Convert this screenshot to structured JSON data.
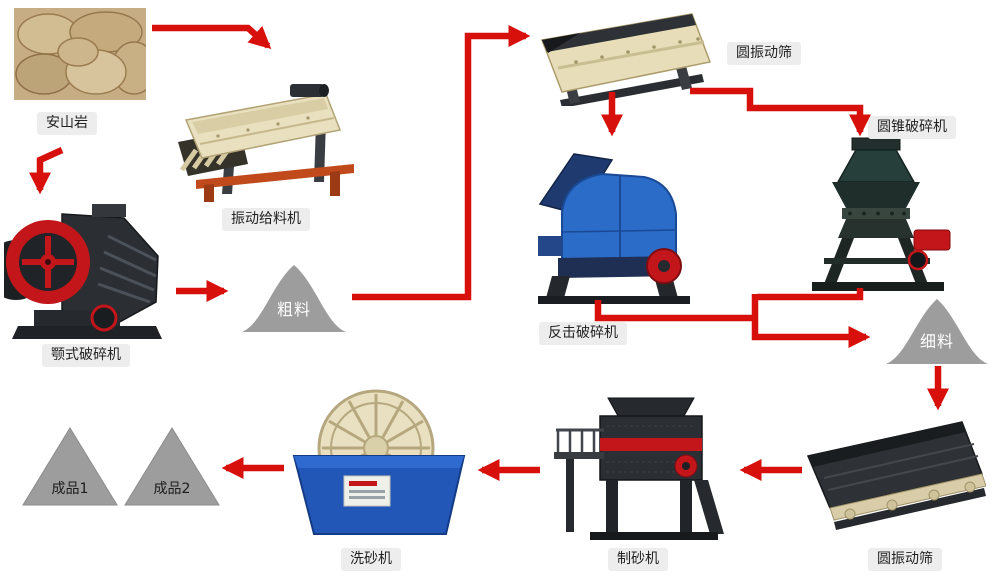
{
  "colors": {
    "arrow_red": "#d8100c",
    "pile_gray": "#9d9d9d",
    "label_bg": "#ededed",
    "machine_cream": "#e8dfc0",
    "machine_blue": "#2a6cc8",
    "washer_blue": "#2257b8",
    "accent_red": "#c3161b"
  },
  "nodes": {
    "rock_photo": {
      "label": "安山岩"
    },
    "vibrating_feeder": {
      "label": "振动给料机"
    },
    "jaw_crusher": {
      "label": "颚式破碎机"
    },
    "coarse_pile": {
      "label": "粗料"
    },
    "top_screen": {
      "label": "圆振动筛"
    },
    "impact_crusher": {
      "label": "反击破碎机"
    },
    "cone_crusher": {
      "label": "圆锥破碎机"
    },
    "fine_pile": {
      "label": "细料"
    },
    "bottom_screen": {
      "label": "圆振动筛"
    },
    "sand_maker": {
      "label": "制砂机"
    },
    "sand_washer": {
      "label": "洗砂机"
    },
    "product_1": {
      "label": "成品1"
    },
    "product_2": {
      "label": "成品2"
    }
  },
  "edges": [
    {
      "from": "rock_photo",
      "to": "vibrating_feeder"
    },
    {
      "from": "rock_photo",
      "to": "jaw_crusher"
    },
    {
      "from": "jaw_crusher",
      "to": "coarse_pile"
    },
    {
      "from": "coarse_pile",
      "to": "top_screen"
    },
    {
      "from": "top_screen",
      "to": "impact_crusher"
    },
    {
      "from": "top_screen",
      "to": "cone_crusher"
    },
    {
      "from": "impact_crusher",
      "to": "fine_pile"
    },
    {
      "from": "cone_crusher",
      "to": "fine_pile"
    },
    {
      "from": "fine_pile",
      "to": "bottom_screen"
    },
    {
      "from": "bottom_screen",
      "to": "sand_maker"
    },
    {
      "from": "sand_maker",
      "to": "sand_washer"
    },
    {
      "from": "sand_washer",
      "to": "product_1"
    },
    {
      "from": "sand_washer",
      "to": "product_2"
    }
  ]
}
